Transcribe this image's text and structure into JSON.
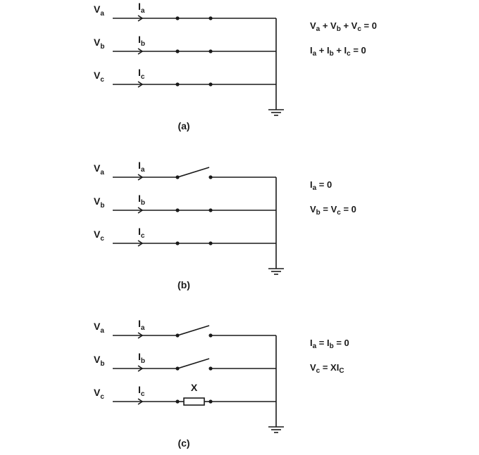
{
  "panels": [
    {
      "id": "a",
      "caption": "(a)",
      "lines": [
        {
          "v_main": "V",
          "v_sub": "a",
          "i_main": "I",
          "i_sub": "a",
          "kind": "wire"
        },
        {
          "v_main": "V",
          "v_sub": "b",
          "i_main": "I",
          "i_sub": "b",
          "kind": "wire"
        },
        {
          "v_main": "V",
          "v_sub": "c",
          "i_main": "I",
          "i_sub": "c",
          "kind": "wire"
        }
      ],
      "equations": [
        [
          {
            "t": "V"
          },
          {
            "t": "a",
            "sub": true
          },
          {
            "t": " + V"
          },
          {
            "t": "b",
            "sub": true
          },
          {
            "t": " + V"
          },
          {
            "t": "c",
            "sub": true
          },
          {
            "t": " = 0"
          }
        ],
        [
          {
            "t": "I"
          },
          {
            "t": "a",
            "sub": true
          },
          {
            "t": " + I"
          },
          {
            "t": "b",
            "sub": true
          },
          {
            "t": " + I"
          },
          {
            "t": "c",
            "sub": true
          },
          {
            "t": " = 0"
          }
        ]
      ]
    },
    {
      "id": "b",
      "caption": "(b)",
      "lines": [
        {
          "v_main": "V",
          "v_sub": "a",
          "i_main": "I",
          "i_sub": "a",
          "kind": "switch"
        },
        {
          "v_main": "V",
          "v_sub": "b",
          "i_main": "I",
          "i_sub": "b",
          "kind": "wire"
        },
        {
          "v_main": "V",
          "v_sub": "c",
          "i_main": "I",
          "i_sub": "c",
          "kind": "wire"
        }
      ],
      "equations": [
        [
          {
            "t": "I"
          },
          {
            "t": "a",
            "sub": true
          },
          {
            "t": " = 0"
          }
        ],
        [
          {
            "t": "V"
          },
          {
            "t": "b",
            "sub": true
          },
          {
            "t": " = V"
          },
          {
            "t": "c",
            "sub": true
          },
          {
            "t": " = 0"
          }
        ]
      ]
    },
    {
      "id": "c",
      "caption": "(c)",
      "lines": [
        {
          "v_main": "V",
          "v_sub": "a",
          "i_main": "I",
          "i_sub": "a",
          "kind": "switch"
        },
        {
          "v_main": "V",
          "v_sub": "b",
          "i_main": "I",
          "i_sub": "b",
          "kind": "switch"
        },
        {
          "v_main": "V",
          "v_sub": "c",
          "i_main": "I",
          "i_sub": "c",
          "kind": "resistor",
          "component_label": "X"
        }
      ],
      "equations": [
        [
          {
            "t": "I"
          },
          {
            "t": "a",
            "sub": true
          },
          {
            "t": " = I"
          },
          {
            "t": "b",
            "sub": true
          },
          {
            "t": " = 0"
          }
        ],
        [
          {
            "t": "V"
          },
          {
            "t": "c",
            "sub": true
          },
          {
            "t": " = XI"
          },
          {
            "t": "C",
            "sub": true
          }
        ]
      ]
    }
  ]
}
